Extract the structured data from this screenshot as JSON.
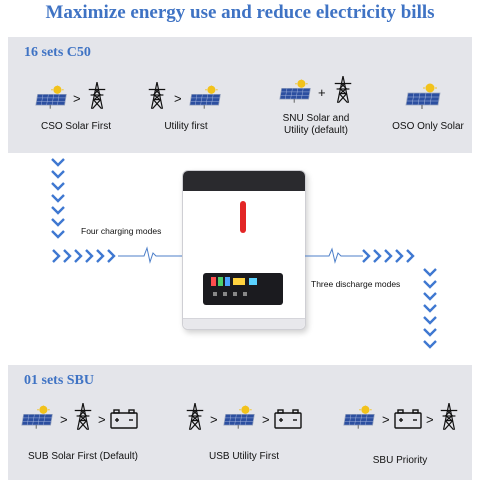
{
  "title": "Maximize energy use and reduce electricity bills",
  "charging": {
    "label": "16 sets C50",
    "modes": [
      {
        "label": "CSO Solar First"
      },
      {
        "label": "Utility first"
      },
      {
        "label": "SNU Solar and\nUtility (default)"
      },
      {
        "label": "OSO Only Solar"
      }
    ],
    "flow_label": "Four charging modes"
  },
  "discharge": {
    "label": "01 sets SBU",
    "modes": [
      {
        "label": "SUB Solar First (Default)"
      },
      {
        "label": "USB Utility First"
      },
      {
        "label": "SBU Priority"
      }
    ],
    "flow_label": "Three discharge modes"
  },
  "symbols": {
    "gt": ">",
    "plus": "+"
  },
  "colors": {
    "accent": "#3f73c4",
    "panel_bg": "#e4e5ea",
    "chevron": "#3f78d1",
    "led": "#e32626",
    "sun": "#f2c21b",
    "solar_panel": "#2c4fa0"
  }
}
